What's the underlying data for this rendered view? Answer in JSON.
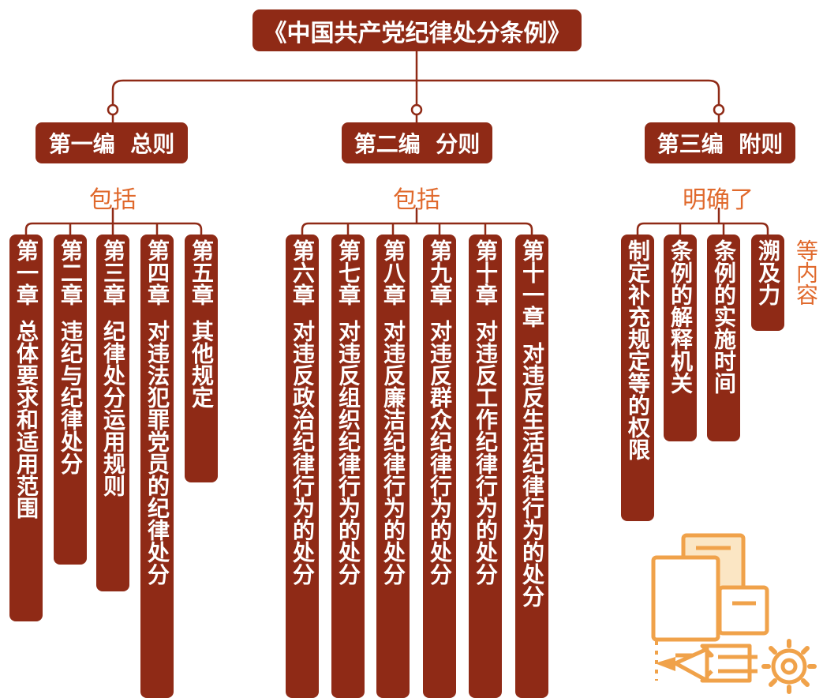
{
  "title": "《中国共产党纪律处分条例》",
  "parts": [
    {
      "title": "第一编  总则",
      "connector": "包括",
      "items": [
        {
          "head": "第一章",
          "body": "总体要求和适用范围"
        },
        {
          "head": "第二章",
          "body": "违纪与纪律处分"
        },
        {
          "head": "第三章",
          "body": "纪律处分运用规则"
        },
        {
          "head": "第四章",
          "body": "对违法犯罪党员的纪律处分"
        },
        {
          "head": "第五章",
          "body": "其他规定"
        }
      ]
    },
    {
      "title": "第二编  分则",
      "connector": "包括",
      "items": [
        {
          "head": "第六章",
          "body": "对违反政治纪律行为的处分"
        },
        {
          "head": "第七章",
          "body": "对违反组织纪律行为的处分"
        },
        {
          "head": "第八章",
          "body": "对违反廉洁纪律行为的处分"
        },
        {
          "head": "第九章",
          "body": "对违反群众纪律行为的处分"
        },
        {
          "head": "第十章",
          "body": "对违反工作纪律行为的处分"
        },
        {
          "head": "第十一章",
          "body": "对违反生活纪律行为的处分"
        }
      ]
    },
    {
      "title": "第三编  附则",
      "connector": "明确了",
      "items": [
        {
          "head": "",
          "body": "制定补充规定等的权限"
        },
        {
          "head": "",
          "body": "条例的解释机关"
        },
        {
          "head": "",
          "body": "条例的实施时间"
        },
        {
          "head": "",
          "body": "溯及力"
        }
      ],
      "suffix": "等内容"
    }
  ],
  "colors": {
    "box": "#8f2a16",
    "line": "#8f2a16",
    "accent": "#e0692c",
    "icon": "#f0a24a"
  },
  "icons": [
    "documents-pencil-gear-icon"
  ]
}
